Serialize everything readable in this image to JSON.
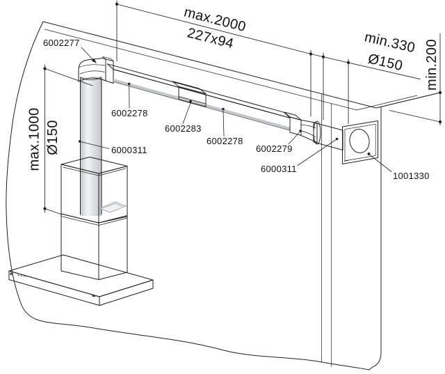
{
  "dimensions": {
    "duct_run": {
      "value": "max.2000",
      "cross_section": "227x94"
    },
    "wall_inset": {
      "value": "min.330",
      "diameter": "Ø150"
    },
    "wall_clearance": {
      "value": "min.200"
    },
    "riser": {
      "value": "max.1000",
      "diameter": "Ø150"
    }
  },
  "part_labels": {
    "corner_adapter": "6002277",
    "flat_duct_1": "6002278",
    "duct_connector": "6002283",
    "flat_duct_2": "6002278",
    "riser_round_duct": "6000311",
    "end_adapter": "6002279",
    "wall_round_duct": "6000311",
    "wall_outlet_plate": "1001330"
  },
  "colors": {
    "line": "#1f1f1f",
    "surface_light": "#eef0f1",
    "surface_mid": "#d8dbdc",
    "surface_dark": "#a2a6a8",
    "glass": "rgba(232,236,238,0.55)"
  }
}
